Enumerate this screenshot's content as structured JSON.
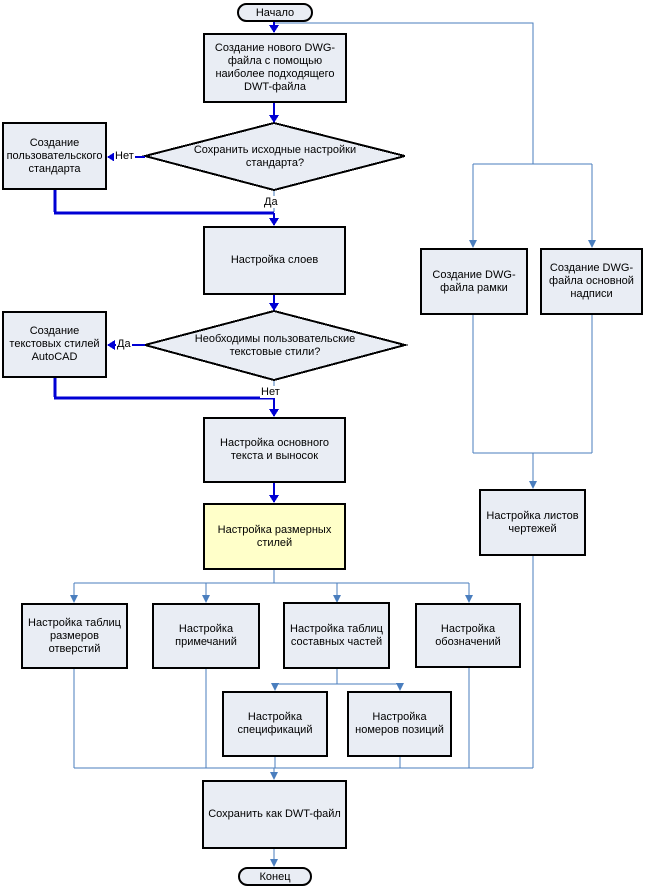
{
  "colors": {
    "node-fill": "#e9edf4",
    "node-border": "#000000",
    "highlight-fill": "#ffffc9",
    "flow": "#0000d4",
    "branch": "#4a7ebe",
    "ink": "#000000",
    "bg": "#ffffff"
  },
  "terminators": {
    "start": "Начало",
    "end": "Конец"
  },
  "nodes": {
    "create_dwg": "Создание нового DWG-файла с помощью наиболее подходящего DWT-файла",
    "custom_standard": "Создание пользовательского стандарта",
    "layers": "Настройка слоев",
    "autocad_text_styles": "Создание текстовых стилей AutoCAD",
    "main_text": "Настройка основного текста и выносок",
    "dimension_styles": "Настройка размерных стилей",
    "hole_tables": "Настройка таблиц размеров отверстий",
    "notes": "Настройка примечаний",
    "parts_tables": "Настройка таблиц составных частей",
    "symbols": "Настройка обозначений",
    "specifications": "Настройка спецификаций",
    "item_numbers": "Настройка номеров позиций",
    "frame_dwg": "Создание DWG-файла рамки",
    "title_block_dwg": "Создание DWG-файла основной надписи",
    "sheet_setup": "Настройка листов чертежей",
    "save_dwt": "Сохранить как DWT-файл"
  },
  "decisions": {
    "keep_standard": {
      "question": "Сохранить исходные настройки стандарта?",
      "yes": "Да",
      "no": "Нет"
    },
    "custom_text_styles": {
      "question": "Необходимы пользовательские текстовые стили?",
      "yes": "Да",
      "no": "Нет"
    }
  }
}
